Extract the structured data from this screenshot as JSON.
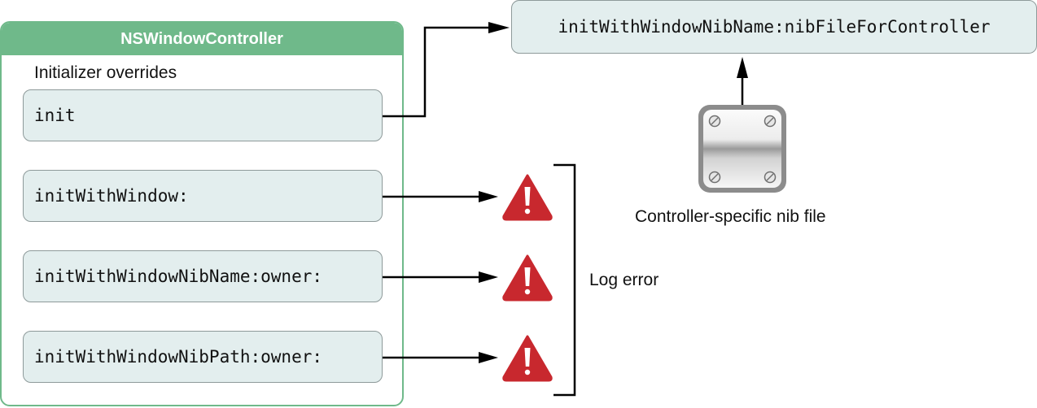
{
  "controller": {
    "title": "NSWindowController",
    "section_label": "Initializer overrides",
    "methods": [
      "init",
      "initWithWindow:",
      "initWithWindowNibName:owner:",
      "initWithWindowNibPath:owner:"
    ]
  },
  "target_method": "initWithWindowNibName:nibFileForController",
  "nib_caption": "Controller-specific nib file",
  "error_caption": "Log error",
  "icons": {
    "warning": "warning-icon",
    "nib": "nib-file-icon"
  },
  "colors": {
    "header_green": "#6fb98a",
    "box_fill": "#e3eeee",
    "warning_red": "#c8282e"
  }
}
